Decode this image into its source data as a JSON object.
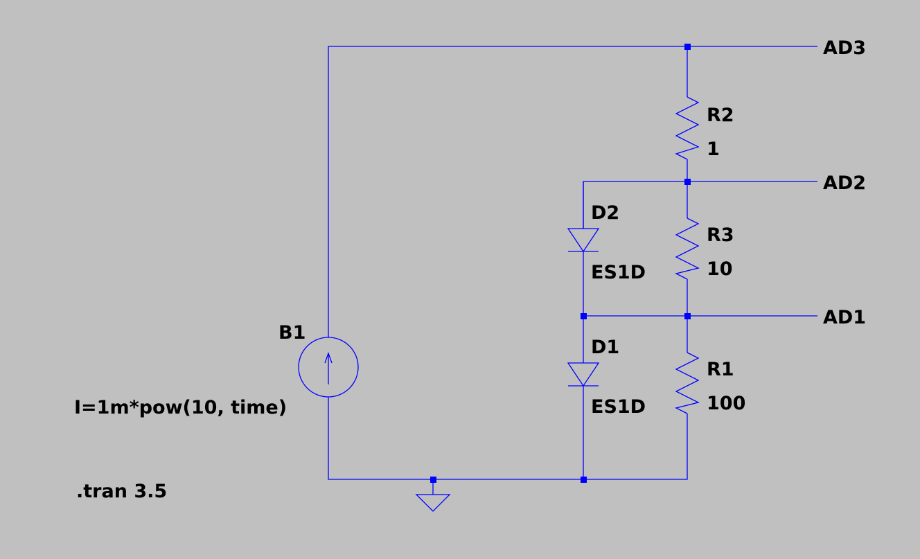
{
  "net_labels": {
    "ad3": "AD3",
    "ad2": "AD2",
    "ad1": "AD1"
  },
  "components": {
    "r2": {
      "name": "R2",
      "value": "1"
    },
    "r3": {
      "name": "R3",
      "value": "10"
    },
    "r1": {
      "name": "R1",
      "value": "100"
    },
    "d2": {
      "name": "D2",
      "value": "ES1D"
    },
    "d1": {
      "name": "D1",
      "value": "ES1D"
    },
    "b1": {
      "name": "B1",
      "expression": "I=1m*pow(10, time)"
    }
  },
  "directives": {
    "tran": ".tran 3.5"
  },
  "colors": {
    "background": "#c0c0c0",
    "wire": "#0000ff",
    "text": "#000000"
  }
}
